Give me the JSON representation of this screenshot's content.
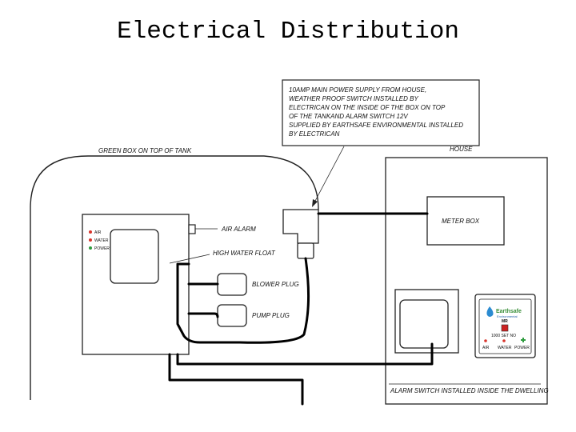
{
  "title": "Electrical Distribution",
  "notes": {
    "supply_note_lines": [
      "10AMP MAIN POWER SUPPLY FROM HOUSE,",
      "WEATHER PROOF SWITCH INSTALLED BY",
      "ELECTRICAN ON THE INSIDE OF THE BOX ON TOP",
      "OF THE TANKAND ALARM SWITCH 12V",
      "SUPPLIED BY EARTHSAFE ENVIRONMENTAL INSTALLED",
      "BY ELECTRICAN"
    ]
  },
  "labels": {
    "green_box": "GREEN BOX ON TOP OF TANK",
    "house": "HOUSE",
    "meter_box": "METER BOX",
    "air_alarm": "AIR ALARM",
    "high_water_float": "HIGH WATER FLOAT",
    "blower_plug": "BLOWER PLUG",
    "pump_plug": "PUMP PLUG",
    "alarm_switch_note": "ALARM SWITCH INSTALLED INSIDE THE DWELLING"
  },
  "panel_leds": [
    "AIR",
    "WATER",
    "POWER"
  ],
  "alarm_panel": {
    "brand_line1": "Earthsafe",
    "brand_line2": "Environmental",
    "model": "MR",
    "status_text": "1000 SET NO",
    "leds": [
      "AIR",
      "WATER",
      "POWER"
    ]
  },
  "colors": {
    "led_red": "#d9342b",
    "led_green": "#2e9b3e",
    "brand_green": "#3a8f3a",
    "brand_blue": "#1f5fa8",
    "button_red": "#cc2222"
  }
}
